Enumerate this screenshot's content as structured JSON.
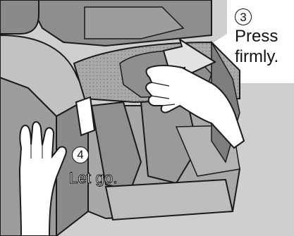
{
  "steps": {
    "step3": {
      "number": "3",
      "text_line1": "Press",
      "text_line2": "firmly."
    },
    "step4": {
      "number": "4",
      "text": "Let go."
    }
  },
  "colors": {
    "chair_dark": "#8f8f8f",
    "chair_mid": "#b5b5b5",
    "chair_light": "#d4d4d4",
    "outline": "#1a1a1a"
  },
  "icons": {
    "arrow": "push-arrow-icon",
    "hand_right": "right-hand-icon",
    "hand_left": "left-hand-icon"
  }
}
